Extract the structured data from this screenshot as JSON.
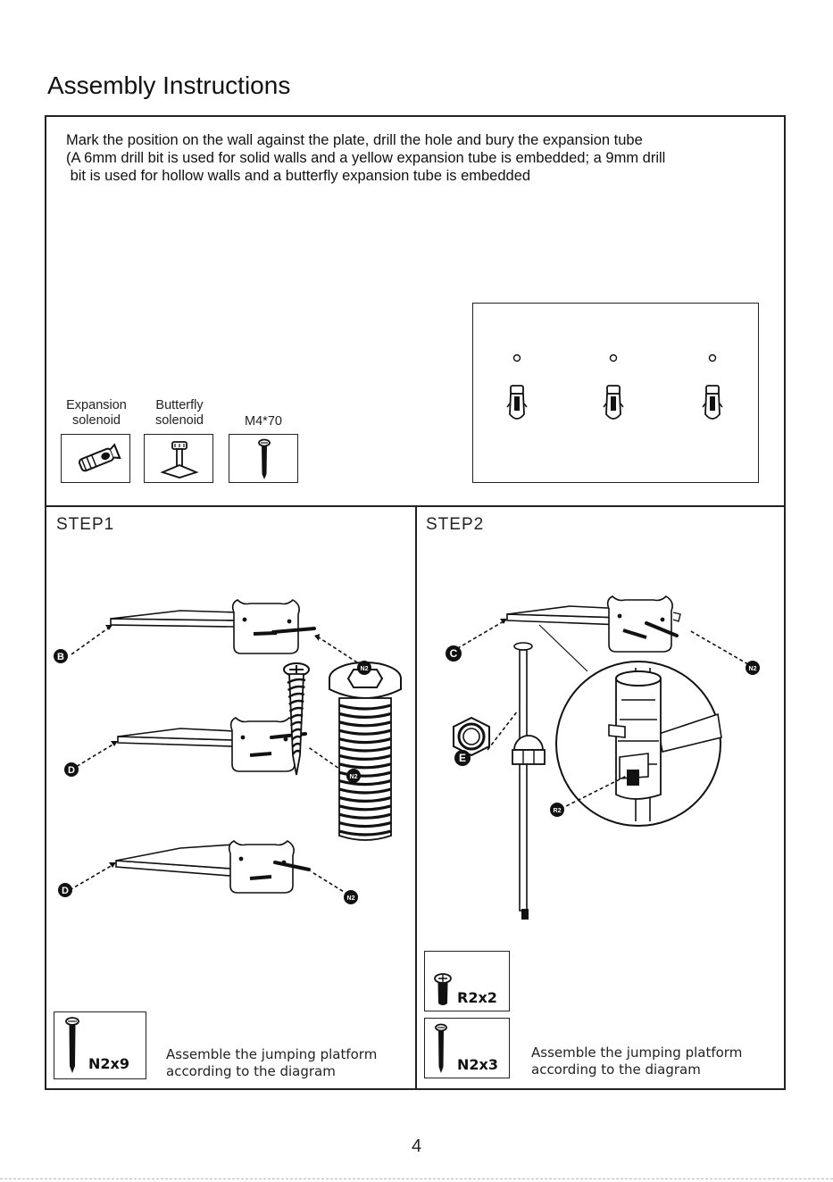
{
  "title": "Assembly Instructions",
  "intro": {
    "lines": [
      "Mark the position on the wall against the plate, drill the hole and bury the expansion tube",
      "(A 6mm drill bit is used for solid walls and a yellow expansion tube is embedded; a 9mm drill",
      " bit is used for hollow walls and a butterfly expansion tube is embedded"
    ]
  },
  "parts": [
    {
      "label_lines": [
        "Expansion",
        "solenoid"
      ],
      "icon": "expansion-solenoid-icon"
    },
    {
      "label_lines": [
        "Butterfly",
        "solenoid"
      ],
      "icon": "butterfly-solenoid-icon"
    },
    {
      "label_lines": [
        "M4*70"
      ],
      "icon": "screw-m4-70-icon"
    }
  ],
  "step1": {
    "title": "STEP1",
    "markers": [
      "B",
      "D",
      "D"
    ],
    "hardware_tags": [
      "N2",
      "N2",
      "N2"
    ],
    "kit": {
      "label": "N2x9"
    },
    "caption": [
      "Assemble the jumping platform",
      "according to the diagram"
    ]
  },
  "step2": {
    "title": "STEP2",
    "markers": [
      "C",
      "E"
    ],
    "hardware_tags": [
      "N2",
      "R2"
    ],
    "kits": [
      {
        "label": "R2x2"
      },
      {
        "label": "N2x3"
      }
    ],
    "caption": [
      "Assemble the jumping platform",
      "according to the diagram"
    ]
  },
  "page_number": "4"
}
